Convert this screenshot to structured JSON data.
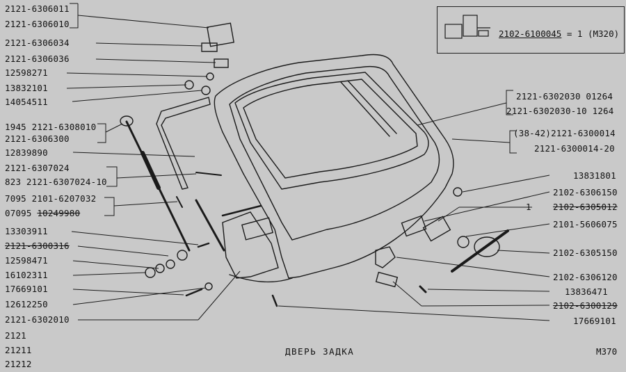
{
  "diagram": {
    "title": "ДВЕРЬ ЗАДКА",
    "figure_code": "M370",
    "inset": {
      "part": "2102-6100045",
      "eq": "=",
      "qty": "1",
      "ref": "(M320)"
    },
    "left_labels": [
      "2121-6306011",
      "2121-6306010",
      "2121-6306034",
      "2121-6306036",
      "12598271",
      "13832101",
      "14054511",
      "1945  2121-6308010",
      "2121-6306300",
      "12839890",
      "2121-6307024",
      "823  2121-6307024-10",
      "7095  2101-6207032",
      "07095",
      "10249980",
      "13303911",
      "2121-6300316",
      "12598471",
      "16102311",
      "17669101",
      "12612250",
      "2121-6302010"
    ],
    "models": [
      "2121",
      "21211",
      "21212"
    ],
    "right_labels": [
      "2121-6302030  01264",
      "2121-6302030-10  1264",
      "(38-42)2121-6300014",
      "2121-6300014-20",
      "13831801",
      "2102-6306150",
      "1",
      "2102-6305012",
      "2101-5606075",
      "2102-6305150",
      "2102-6306120",
      "13836471",
      "2102-6300129",
      "17669101"
    ]
  }
}
